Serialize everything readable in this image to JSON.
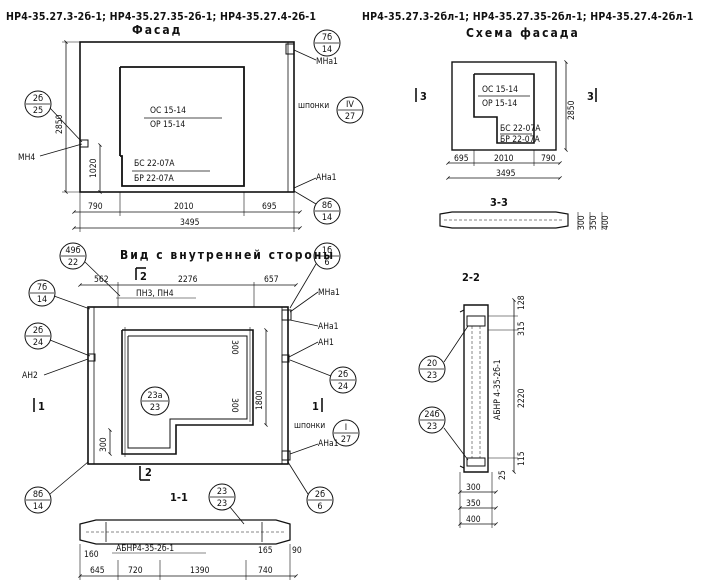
{
  "titles": {
    "left_header": "НР4-35.27.3-2б-1; НР4-35.27.35-2б-1; НР4-35.27.4-2б-1",
    "right_header": "НР4-35.27.3-2бл-1; НР4-35.27.35-2бл-1; НР4-35.27.4-2бл-1",
    "facade": "Фасад",
    "facade_scheme": "Схема фасада",
    "inner_view": "Вид с внутренней стороны",
    "section_11": "1-1",
    "section_22": "2-2",
    "section_33": "3-3"
  },
  "facade": {
    "window_top": "ОС 15-14",
    "window_bottom": "ОР 15-14",
    "door_top": "БС 22-07А",
    "door_bottom": "БР 22-07А",
    "dims": {
      "left": "790",
      "mid": "2010",
      "right": "695",
      "total": "3495",
      "height": "2850",
      "door_h": "1020"
    },
    "labels": {
      "mn4": "МН4",
      "mna1": "МНа1",
      "ana1": "АНа1",
      "shponki": "шпонки"
    },
    "callouts": {
      "c1_top": "7б",
      "c1_bot": "14",
      "c2_top": "2б",
      "c2_bot": "25",
      "c3_top": "IV",
      "c3_bot": "27",
      "c4_top": "8б",
      "c4_bot": "14"
    }
  },
  "scheme": {
    "window_top": "ОС 15-14",
    "window_bottom": "ОР 15-14",
    "door_top": "БС 22-07А",
    "door_bottom": "БР 22-07А",
    "dims": {
      "left": "695",
      "mid": "2010",
      "right": "790",
      "total": "3495",
      "height": "2850"
    },
    "cut_left": "3",
    "cut_right": "3",
    "sec33_dims": {
      "a": "300",
      "b": "350",
      "c": "400"
    }
  },
  "inner": {
    "dims": {
      "left": "562",
      "mid": "2276",
      "right": "657",
      "d300a": "300",
      "d300b": "300",
      "d1800": "1800",
      "d300c": "300"
    },
    "labels": {
      "pn": "ПН3, ПН4",
      "mna1": "МНа1",
      "ana1a": "АНа1",
      "an1": "АН1",
      "an2": "АН2",
      "shponki": "шпонки",
      "ana1b": "АНа1"
    },
    "cut_top": "2",
    "cut_bottom": "2",
    "cut_left": "1",
    "cut_right": "1",
    "callouts": {
      "a_top": "49б",
      "a_bot": "22",
      "b_top": "7б",
      "b_bot": "14",
      "c_top": "2б",
      "c_bot": "24",
      "d_top": "23а",
      "d_bot": "23",
      "e_top": "1б",
      "e_bot": "6",
      "f_top": "2б",
      "f_bot": "24",
      "g_top": "I",
      "g_bot": "27",
      "h_top": "8б",
      "h_bot": "14",
      "i_top": "2б",
      "i_bot": "6",
      "j_top": "23",
      "j_bot": "23"
    }
  },
  "sec11": {
    "label": "АБНР4-35-2б-1",
    "dims": {
      "a": "645",
      "b": "720",
      "c": "1390",
      "d": "740",
      "e": "160",
      "f": "165",
      "g": "90"
    }
  },
  "sec22": {
    "label": "АБНР 4-35-2б-1",
    "dims": {
      "top": "128",
      "d315": "315",
      "d2220": "2220",
      "d115": "115",
      "d25": "25",
      "w300": "300",
      "w350": "350",
      "w400": "400"
    },
    "callouts": {
      "a_top": "20",
      "a_bot": "23",
      "b_top": "24б",
      "b_bot": "23"
    }
  }
}
